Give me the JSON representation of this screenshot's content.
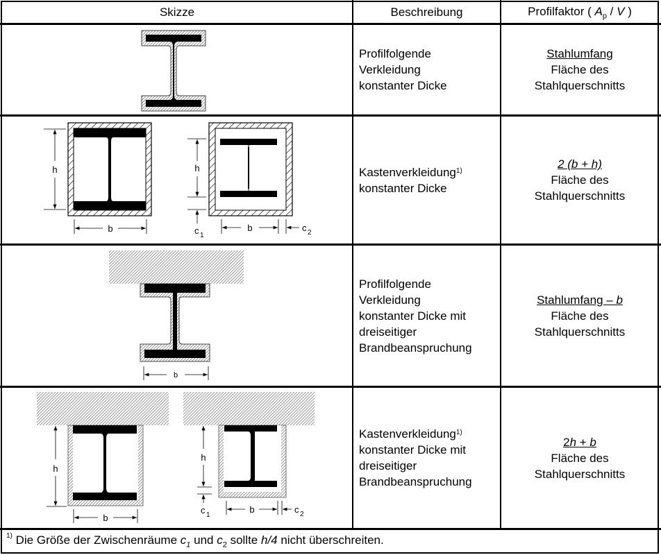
{
  "table": {
    "headers": {
      "sketch": "Skizze",
      "description": "Beschreibung",
      "factor_prefix": "Profilfaktor ( ",
      "factor_Ap": "A",
      "factor_Ap_sub": "p",
      "factor_sep": " / ",
      "factor_V": "V",
      "factor_suffix": " )"
    },
    "rows": [
      {
        "sketch": "profile-following-cladding-i-beam",
        "description_lines": [
          "Profilfolgende",
          "Verkleidung",
          "konstanter Dicke"
        ],
        "footnote_ref": "",
        "numerator": "Stahlumfang",
        "denominator_lines": [
          "Fläche des",
          "Stahlquerschnitts"
        ]
      },
      {
        "sketch": "box-cladding-i-beam",
        "description_lines": [
          "Kastenverkleidung",
          "konstanter Dicke"
        ],
        "footnote_ref": "1)",
        "numerator": "2 (b + h)",
        "denominator_lines": [
          "Fläche des",
          "Stahlquerschnitts"
        ],
        "labels": {
          "h": "h",
          "b": "b",
          "c1": "c",
          "c1_sub": "1",
          "c2": "c",
          "c2_sub": "2"
        }
      },
      {
        "sketch": "profile-following-cladding-three-sided",
        "description_lines": [
          "Profilfolgende",
          "Verkleidung",
          "konstanter Dicke mit",
          "dreiseitiger",
          "Brandbeanspruchung"
        ],
        "footnote_ref": "",
        "numerator_main": "Stahlumfang – ",
        "numerator_var": "b",
        "denominator_lines": [
          "Fläche des",
          "Stahlquerschnitts"
        ],
        "labels": {
          "b": "b"
        }
      },
      {
        "sketch": "box-cladding-three-sided",
        "description_lines": [
          "Kastenverkleidung",
          "konstanter Dicke mit",
          "dreiseitiger",
          "Brandbeanspruchung"
        ],
        "footnote_ref": "1)",
        "numerator_parts": [
          "2",
          "h",
          " + ",
          "b"
        ],
        "denominator_lines": [
          "Fläche des",
          "Stahlquerschnitts"
        ],
        "labels": {
          "h": "h",
          "b": "b",
          "c1": "c",
          "c1_sub": "1",
          "c2": "c",
          "c2_sub": "2"
        }
      }
    ],
    "footnote": {
      "marker": "1)",
      "text_1": " Die Größe der Zwischenräume ",
      "c1": "c",
      "c1_sub": "1",
      "text_2": " und ",
      "c2": "c",
      "c2_sub": "2",
      "text_3": " sollte ",
      "limit": "h/4",
      "text_4": " nicht überschreiten."
    }
  }
}
